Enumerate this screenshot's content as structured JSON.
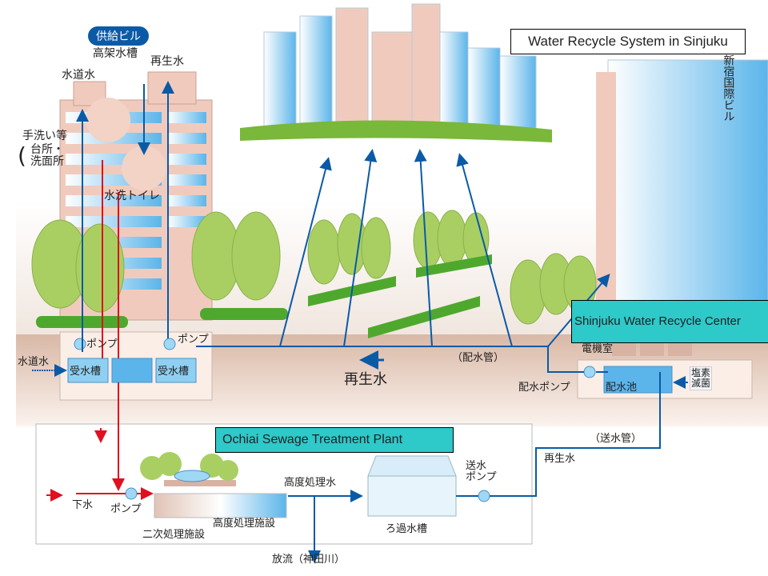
{
  "title": "Water Recycle System in Sinjuku",
  "center_label": "Shinjuku Water Recycle Center",
  "plant_label": "Ochiai Sewage  Treatment Plant",
  "colors": {
    "reclaimed_pipe": "#0b5aa6",
    "sewage_pipe": "#e0101e",
    "label_box": "#2ec9c9",
    "ground": "#e6c9b8"
  },
  "supply_building": {
    "badge": "供給ビル",
    "elevated_tank": "高架水槽",
    "reclaimed_water": "再生水",
    "tap_water": "水道水",
    "handwash": "手洗い等",
    "handwash_detail_1": "台所・",
    "handwash_detail_2": "洗面所",
    "toilet": "水洗トイレ",
    "pump_left": "ポンプ",
    "pump_right": "ポンプ",
    "tank_left": "受水槽",
    "tank_right": "受水槽",
    "tap_water_in": "水道水"
  },
  "distribution": {
    "reclaimed_water": "再生水",
    "pipe": "（配水管）"
  },
  "right_building": "新宿国際ビル",
  "recycle_center": {
    "electric_room": "電機室",
    "pump": "配水ポンプ",
    "reservoir": "配水池",
    "chlorine_1": "塩素",
    "chlorine_2": "滅菌"
  },
  "transmission": {
    "pipe": "（送水管）",
    "reclaimed_water": "再生水"
  },
  "plant": {
    "sewage": "下水",
    "pump": "ポンプ",
    "secondary": "二次処理施設",
    "advanced": "高度処理施設",
    "advanced_water": "高度処理水",
    "filter": "ろ過水槽",
    "send_pump_1": "送水",
    "send_pump_2": "ポンプ",
    "discharge": "放流（神田川）"
  }
}
